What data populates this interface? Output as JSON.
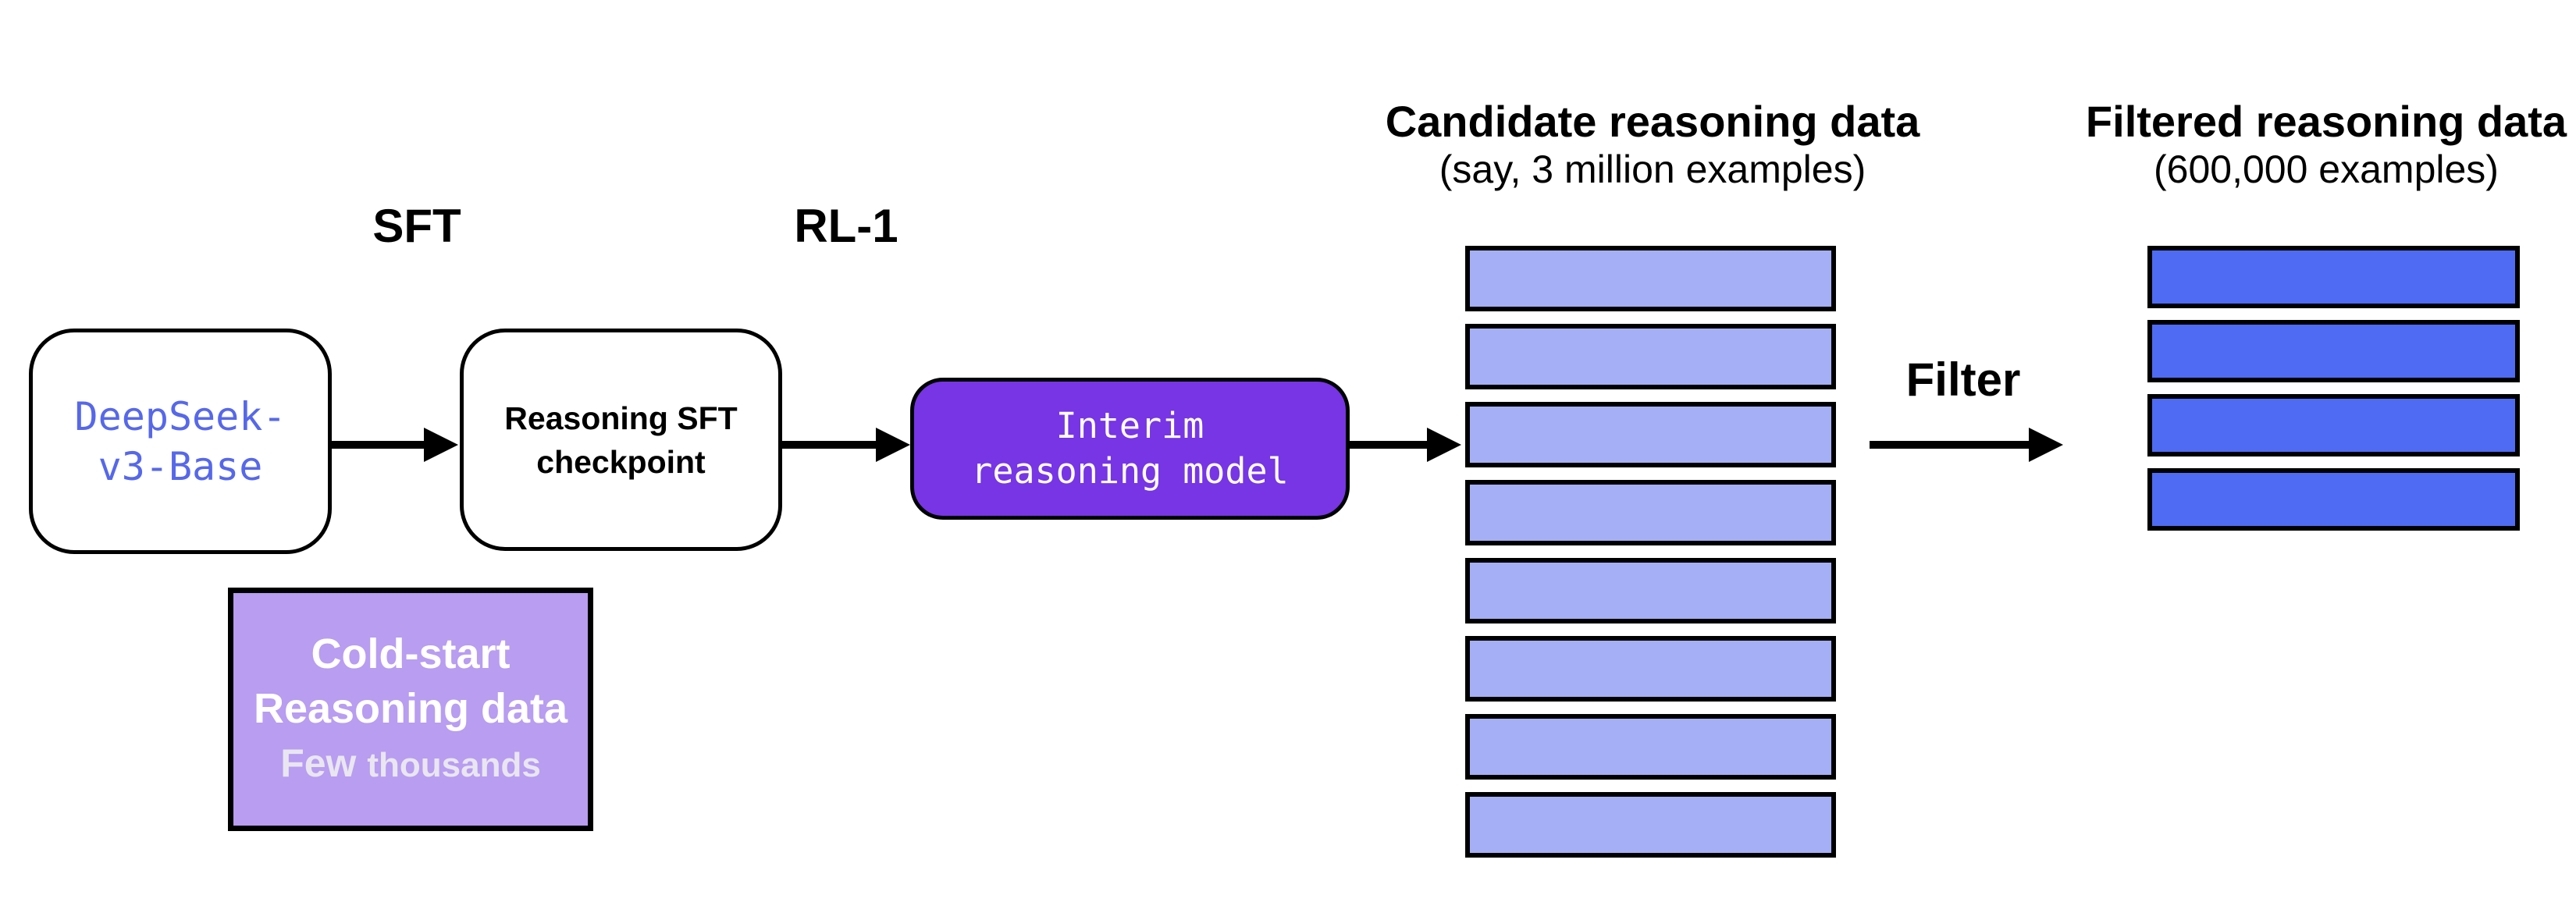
{
  "diagram": {
    "background": "#ffffff",
    "stage_labels": {
      "sft": "SFT",
      "rl1": "RL-1"
    },
    "filter_label": "Filter",
    "nodes": {
      "base_model": {
        "line1": "DeepSeek-",
        "line2": "v3-Base",
        "text_color": "#5668ea",
        "fill": "#ffffff"
      },
      "sft_checkpoint": {
        "line1": "Reasoning SFT",
        "line2": "checkpoint",
        "text_color": "#000000",
        "fill": "#ffffff"
      },
      "interim_model": {
        "line1": "Interim",
        "line2": "reasoning model",
        "text_color": "#ffffff",
        "fill": "#7735e5"
      },
      "cold_start": {
        "line1": "Cold-start",
        "line2": "Reasoning data",
        "line3_word1": "Few",
        "line3_word2": "thousands",
        "text_color": "#ffffff",
        "note_color": "#e9e6f0",
        "fill": "#b89df1"
      }
    },
    "candidate_stack": {
      "title": "Candidate reasoning data",
      "subtitle": "(say, 3 million examples)",
      "bar_count": 8,
      "bar_fill": "#a5aff6",
      "bar_border": "#000000"
    },
    "filtered_stack": {
      "title": "Filtered reasoning data",
      "subtitle": "(600,000 examples)",
      "bar_count": 4,
      "bar_fill": "#4f6bf3",
      "bar_border": "#000000"
    }
  }
}
